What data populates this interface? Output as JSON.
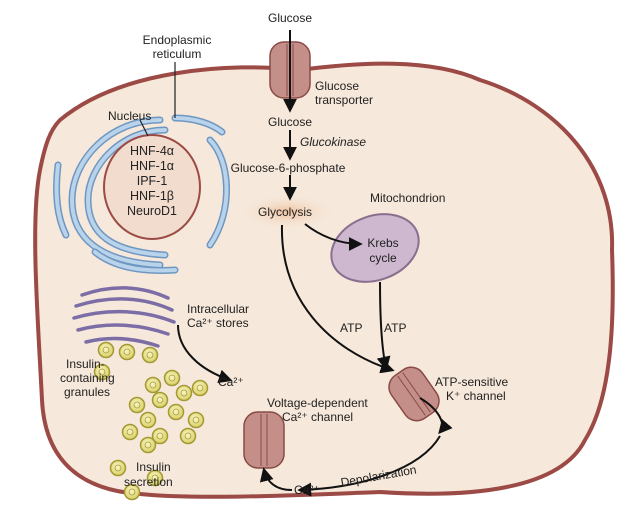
{
  "labels": {
    "glucose_top": "Glucose",
    "endoplasmic_reticulum": [
      "Endoplasmic",
      "reticulum"
    ],
    "glucose_transporter": [
      "Glucose",
      "transporter"
    ],
    "nucleus": "Nucleus",
    "glucose_inner": "Glucose",
    "glucokinase": "Glucokinase",
    "glucose_6_phosphate": "Glucose-6-phosphate",
    "glycolysis": "Glycolysis",
    "mitochondrion": "Mitochondrion",
    "krebs_cycle": [
      "Krebs",
      "cycle"
    ],
    "intracellular_stores": [
      "Intracellular",
      "Ca²⁺ stores"
    ],
    "atp_left": "ATP",
    "atp_right": "ATP",
    "insulin_granules": [
      "Insulin-",
      "containing",
      "granules"
    ],
    "ca_inner": "Ca²⁺",
    "atp_sensitive_channel": [
      "ATP-sensitive",
      "K⁺ channel"
    ],
    "voltage_channel": [
      "Voltage-dependent",
      "Ca²⁺ channel"
    ],
    "depolarization": "Depolarization",
    "insulin_secretion": [
      "Insulin",
      "secretion"
    ],
    "ca_outer": "Ca²⁺"
  },
  "nucleus_factors": [
    "HNF-4α",
    "HNF-1α",
    "IPF-1",
    "HNF-1β",
    "NeuroD1"
  ],
  "colors": {
    "cell_fill": "#f6e8da",
    "cell_border": "#9c4a45",
    "nucleus_fill": "#f2dccd",
    "er_fill": "#b8d3ea",
    "er_stroke": "#6f97c2",
    "golgi": "#7c6da6",
    "mito_fill": "#cdb8cf",
    "mito_stroke": "#8a6e8f",
    "channel_fill": "#c48f88",
    "granule_fill": "#e8e08a",
    "granule_stroke": "#a39a35",
    "glycolysis_glow": "#f0c8a8",
    "arrow": "#111111"
  }
}
